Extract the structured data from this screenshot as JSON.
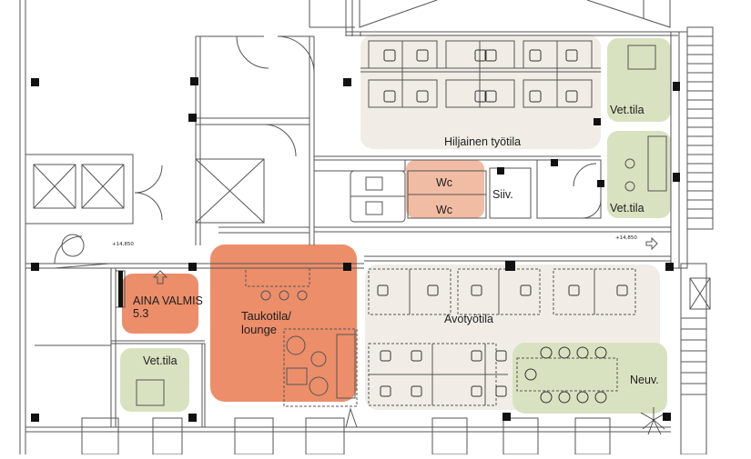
{
  "colors": {
    "quiet_work": "#f1ede6",
    "wet_room": "#d9e2c0",
    "wc": "#f1bca4",
    "lounge": "#ec8e6a",
    "open_work": "#f1ede6",
    "walls": "#111111",
    "lines": "#555555"
  },
  "rooms": {
    "quiet_work": "Hiljainen työtila",
    "wet_top": "Vet.tila",
    "wet_mid": "Vet.tila",
    "wc_top": "Wc",
    "wc_bottom": "Wc",
    "cleaning": "Siiv.",
    "aina_valmis_line1": "AINA VALMIS",
    "aina_valmis_line2": "5.3",
    "lounge_line1": "Taukotila/",
    "lounge_line2": "lounge",
    "open_work": "Avotyötila",
    "wet_bottom": "Vet.tila",
    "meeting": "Neuv."
  },
  "elevations": {
    "left": "+14,850",
    "right": "+14,850"
  }
}
